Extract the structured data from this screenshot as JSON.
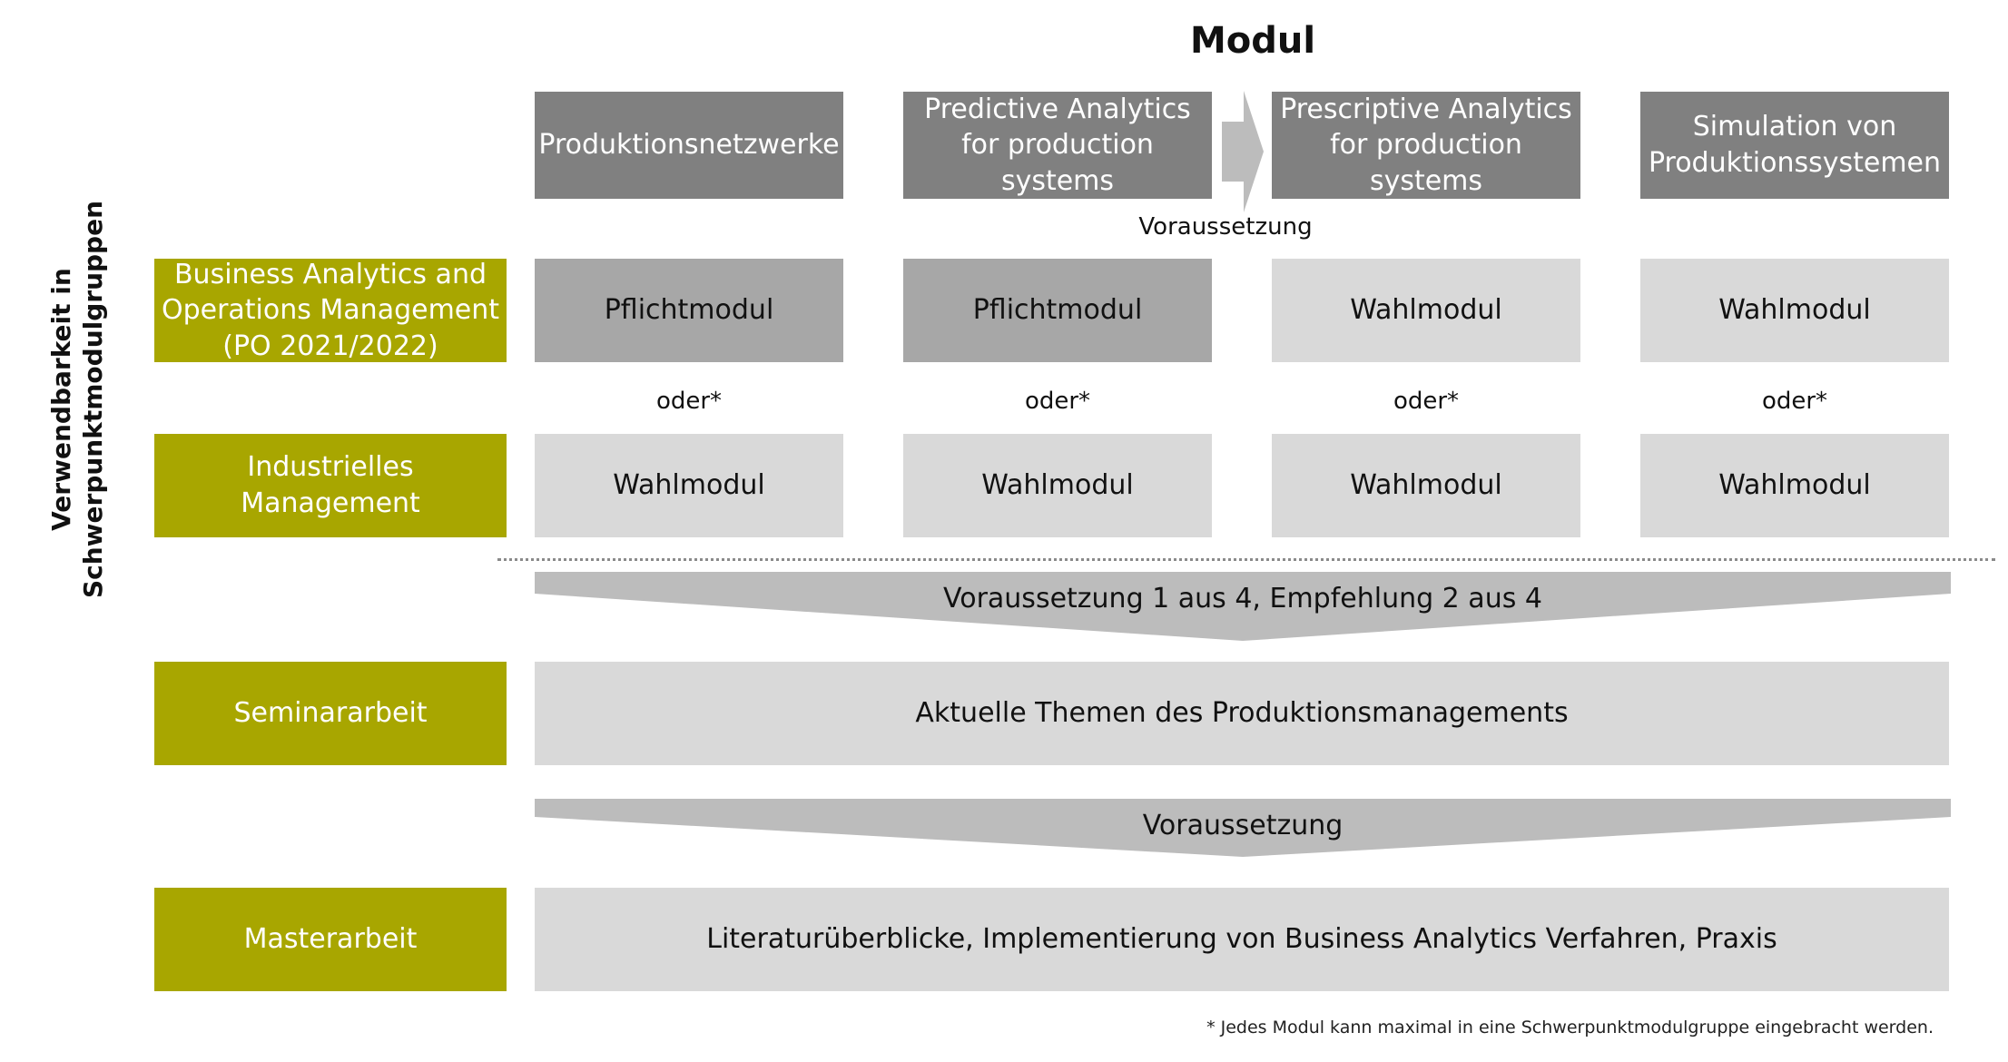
{
  "title": "Modul",
  "side_title": "Verwendbarkeit in Schwerpunktmodulgruppen",
  "modules": [
    "Produktionsnetzwerke",
    "Predictive Analytics for production systems",
    "Prescriptive Analytics for production systems",
    "Simulation von Produktionssystemen"
  ],
  "prerequisite_arrow_label": "Voraussetzung",
  "row_ba": {
    "label": "Business Analytics and Operations Management (PO 2021/2022)",
    "cells": [
      "Pflichtmodul",
      "Pflichtmodul",
      "Wahlmodul",
      "Wahlmodul"
    ]
  },
  "or_label": "oder*",
  "row_im": {
    "label": "Industrielles Management",
    "cells": [
      "Wahlmodul",
      "Wahlmodul",
      "Wahlmodul",
      "Wahlmodul"
    ]
  },
  "funnel1": "Voraussetzung 1 aus 4, Empfehlung 2 aus 4",
  "seminar": {
    "label": "Seminararbeit",
    "content": "Aktuelle Themen des Produktionsmanagements"
  },
  "funnel2": "Voraussetzung",
  "master": {
    "label": "Masterarbeit",
    "content": "Literaturüberblicke, Implementierung von Business Analytics Verfahren, Praxis"
  },
  "footnote": "* Jedes Modul kann maximal in eine Schwerpunktmodulgruppe eingebracht werden.",
  "colors": {
    "olive": "#a8a600",
    "header_gray": "#808080",
    "mandatory_gray": "#a7a7a7",
    "elective_gray": "#d9d9d9",
    "funnel_gray": "#bcbcbc"
  }
}
